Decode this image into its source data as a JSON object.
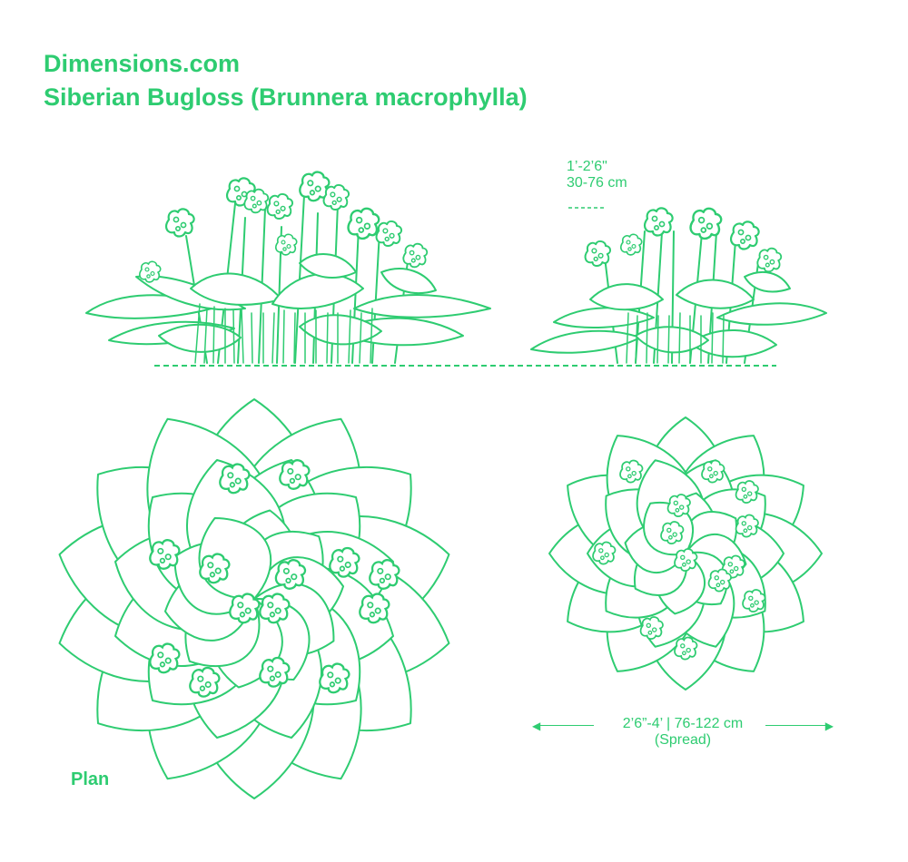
{
  "header": {
    "site": "Dimensions.com",
    "title": "Siberian Bugloss (Brunnera macrophylla)"
  },
  "height_dimension": {
    "imperial": "1’-2’6\"",
    "metric": "30-76 cm"
  },
  "spread_dimension": {
    "value": "2’6”-4’ | 76-122 cm",
    "note": "(Spread)"
  },
  "view_label": "Plan",
  "colors": {
    "line": "#2ecc71",
    "background": "#ffffff"
  }
}
